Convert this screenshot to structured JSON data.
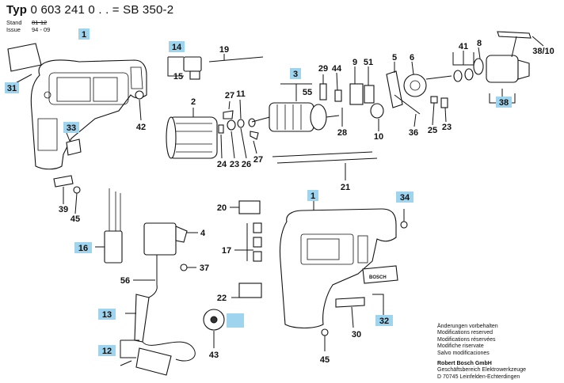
{
  "header": {
    "typ_label": "Typ",
    "type_number": "0 603 241 0 . . = SB 350-2",
    "stand_label": "Stand",
    "stand_value": "81-12",
    "issue_label": "Issue",
    "issue_value": "94 - 09"
  },
  "brand_on_label": "BOSCH",
  "footer": {
    "lines": [
      "Änderungen vorbehalten",
      "Modifications reserved",
      "Modifications réservées",
      "Modifiche riservate",
      "Salvo modificaciones"
    ],
    "company": "Robert Bosch GmbH",
    "division": "Geschäftsbereich Elektrowerkzeuge",
    "address": "D 70745 Leinfelden-Echterdingen"
  },
  "part_labels": {
    "p1_top": "1",
    "p31": "31",
    "p33": "33",
    "p39": "39",
    "p45_top": "45",
    "p42": "42",
    "p2": "2",
    "p14": "14",
    "p15": "15",
    "p19": "19",
    "p27a": "27",
    "p11": "11",
    "p24": "24",
    "p23a": "23",
    "p26": "26",
    "p27b": "27",
    "p3": "3",
    "p55": "55",
    "p29": "29",
    "p44": "44",
    "p9": "9",
    "p51": "51",
    "p5": "5",
    "p6": "6",
    "p28": "28",
    "p10": "10",
    "p36": "36",
    "p25": "25",
    "p23b": "23",
    "p41": "41",
    "p8": "8",
    "p38_10": "38/10",
    "p38": "38",
    "p21": "21",
    "p16": "16",
    "p4": "4",
    "p37": "37",
    "p56": "56",
    "p13": "13",
    "p12": "12",
    "p43": "43",
    "p20": "20",
    "p17": "17",
    "p22": "22",
    "p1_bot": "1",
    "p34": "34",
    "p30": "30",
    "p32": "32",
    "p45_bot": "45"
  },
  "colors": {
    "label_box": "#9fd4ee",
    "line": "#111111"
  }
}
